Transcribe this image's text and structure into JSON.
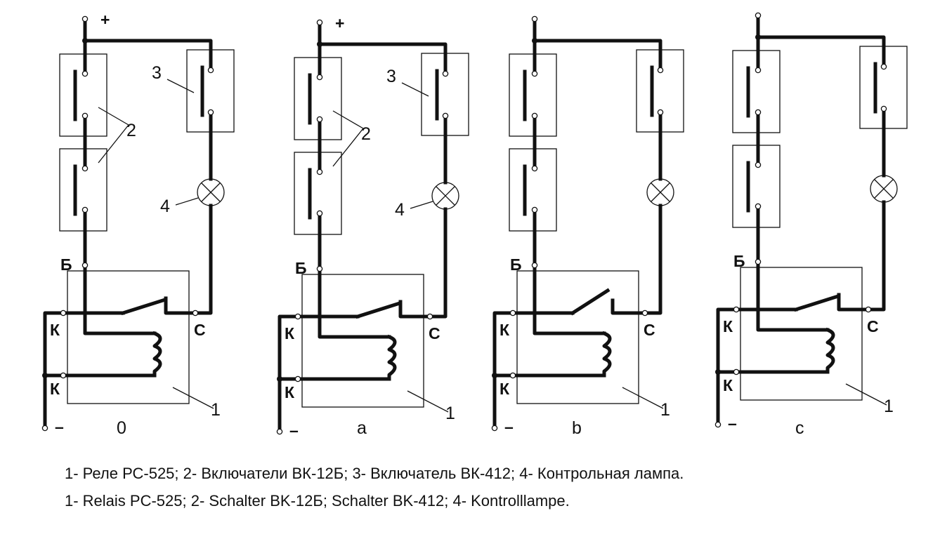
{
  "diagrams": [
    {
      "id": "0",
      "variant": "0",
      "plus": "+",
      "minus": "–",
      "terminal_b": "Б",
      "terminal_c": "С",
      "terminal_k1": "К",
      "terminal_k2": "К",
      "n1": "1",
      "n2": "2",
      "n3": "3",
      "n4": "4",
      "relay_contact_state": "open"
    },
    {
      "id": "a",
      "variant": "a",
      "plus": "+",
      "minus": "–",
      "terminal_b": "Б",
      "terminal_c": "С",
      "terminal_k1": "К",
      "terminal_k2": "К",
      "n1": "1",
      "n2": "2",
      "n3": "3",
      "n4": "4",
      "relay_contact_state": "open"
    },
    {
      "id": "b",
      "variant": "b",
      "plus": "",
      "minus": "–",
      "terminal_b": "Б",
      "terminal_c": "С",
      "terminal_k1": "К",
      "terminal_k2": "К",
      "n1": "1",
      "n2": "",
      "n3": "",
      "n4": "",
      "relay_contact_state": "open-wide"
    },
    {
      "id": "c",
      "variant": "c",
      "plus": "",
      "minus": "–",
      "terminal_b": "Б",
      "terminal_c": "С",
      "terminal_k1": "К",
      "terminal_k2": "К",
      "n1": "1",
      "n2": "",
      "n3": "",
      "n4": "",
      "relay_contact_state": "open"
    }
  ],
  "legend": {
    "line_ru": "1- Реле РС-525; 2- Включатели ВК-12Б; 3- Включатель ВК-412; 4- Контрольная лампа.",
    "line_de": "1- Relais PC-525; 2- Schalter BK-12Б; Schalter BK-412; 4- Kontrolllampe."
  }
}
